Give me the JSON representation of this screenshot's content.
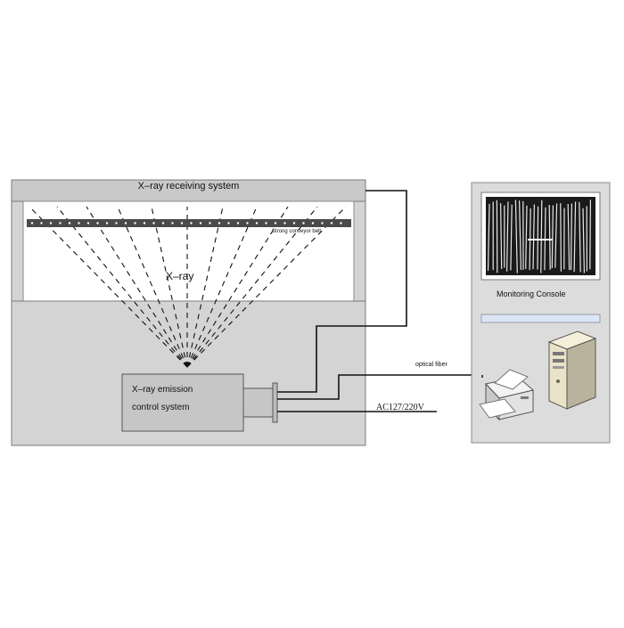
{
  "scanner": {
    "receiving_label": "X–ray receiving system",
    "belt_label": "Strong conveyor belt",
    "xray_label": "X–ray",
    "emission_label_line1": "X–ray emission",
    "emission_label_line2": "control system"
  },
  "cabling": {
    "fiber_label": "optical fiber",
    "power_label": "AC127/220V"
  },
  "console": {
    "label": "Monitoring Console"
  },
  "colors": {
    "frame_gray": "#d4d4d4",
    "frame_border": "#7a7a7a",
    "belt": "#4a4a4a",
    "console_screen": "#1a1a1a",
    "console_bar": "#dbe6f4"
  },
  "icons": [
    "printer-icon",
    "server-tower-icon",
    "connector-icon"
  ]
}
